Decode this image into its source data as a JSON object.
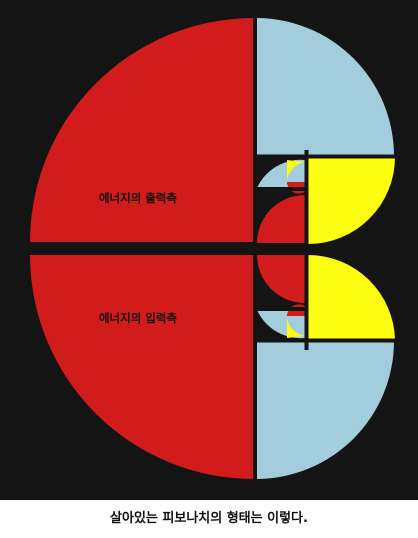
{
  "diagram": {
    "labels": {
      "output_side": "에너지의 출력측",
      "input_side": "에너지의 입력측"
    },
    "colors": {
      "background": "#141414",
      "red": "#d21b1b",
      "light_blue": "#a3ccdd",
      "yellow": "#fdfd12",
      "separator": "#141414"
    }
  },
  "caption": "살아있는 피보나치의 형태는 이렇다."
}
